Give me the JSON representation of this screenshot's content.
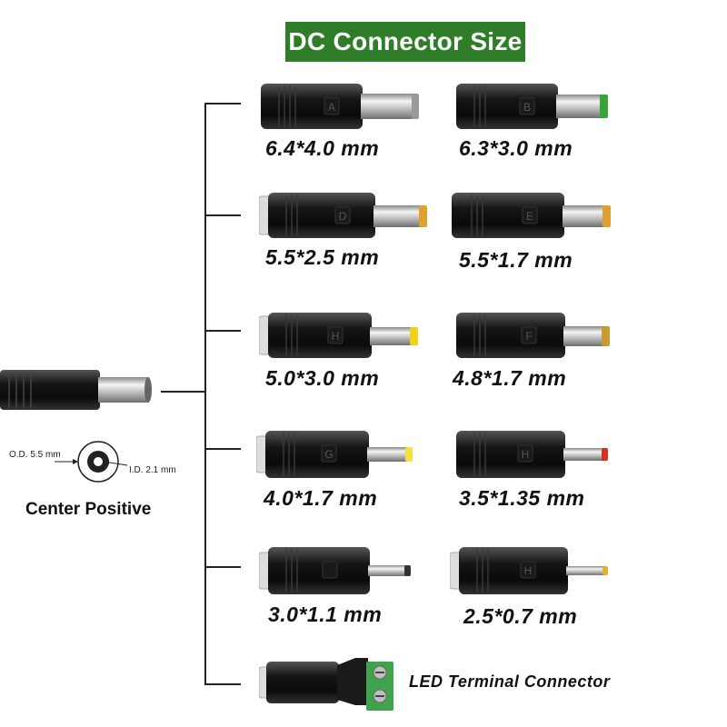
{
  "title": "DC Connector Size",
  "tips": [
    {
      "letter": "A",
      "size": "6.4*4.0 mm",
      "tip_color": "#9a9a9a"
    },
    {
      "letter": "B",
      "size": "6.3*3.0 mm",
      "tip_color": "#3aa33a"
    },
    {
      "letter": "D",
      "size": "5.5*2.5 mm",
      "tip_color": "#e0a030"
    },
    {
      "letter": "E",
      "size": "5.5*1.7 mm",
      "tip_color": "#e0a030"
    },
    {
      "letter": "H",
      "size": "5.0*3.0 mm",
      "tip_color": "#f2d11a"
    },
    {
      "letter": "F",
      "size": "4.8*1.7 mm",
      "tip_color": "#c89a30"
    },
    {
      "letter": "G",
      "size": "4.0*1.7 mm",
      "tip_color": "#f4e040"
    },
    {
      "letter": "H",
      "size": "3.5*1.35 mm",
      "tip_color": "#d43020"
    },
    {
      "letter": "",
      "size": "3.0*1.1 mm",
      "tip_color": "#333333"
    },
    {
      "letter": "H",
      "size": "2.5*0.7 mm",
      "tip_color": "#e0b030"
    }
  ],
  "diagram": {
    "od_label": "O.D.  5.5 mm",
    "id_label": "I.D.  2.1 mm",
    "polarity": "Center Positive"
  },
  "led_label": "LED Terminal  Connector",
  "colors": {
    "title_bg": "#2f7d28",
    "terminal_green": "#3fa34d"
  }
}
